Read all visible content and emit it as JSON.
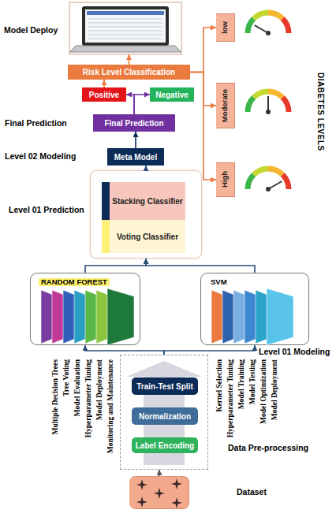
{
  "diagram": {
    "nodes": [
      {
        "text": [
          "Model Deploy"
        ]
      },
      {
        "text": [
          "Risk Level Classification"
        ]
      },
      {
        "text": [
          "low"
        ]
      },
      {
        "text": [
          "Moderate"
        ]
      },
      {
        "text": [
          "High"
        ]
      },
      {
        "text": [
          "Positive"
        ]
      },
      {
        "text": [
          "Negative"
        ]
      },
      {
        "text": [
          "Final Prediction"
        ]
      },
      {
        "text": [
          "Meta Model"
        ]
      },
      {
        "text": [
          "Level 01 Prediction"
        ]
      },
      {
        "text": [
          "Stacking Classifier"
        ],
        "in": 9
      },
      {
        "text": [
          "Voting Classifier"
        ],
        "in": 9
      },
      {
        "text": [
          "RANDOM FOREST"
        ]
      },
      {
        "text": [
          "SVM"
        ]
      },
      {
        "text": [
          "Data Pre-processing"
        ]
      },
      {
        "text": [
          "Train-Test Split"
        ],
        "in": 14
      },
      {
        "text": [
          "Normalization"
        ],
        "in": 14
      },
      {
        "text": [
          "Label Encoding"
        ],
        "in": 14
      },
      {
        "text": [
          "Dataset"
        ]
      }
    ],
    "edges": [
      {
        "from": 1,
        "to": 0,
        "arrow": "to"
      },
      {
        "from": 1,
        "to": 2,
        "arrow": "to"
      },
      {
        "from": 1,
        "to": 3,
        "arrow": "to"
      },
      {
        "from": 1,
        "to": 4,
        "arrow": "to"
      },
      {
        "from": 5,
        "to": 1,
        "arrow": "to"
      },
      {
        "from": 7,
        "to": 5,
        "arrow": "to"
      },
      {
        "from": 7,
        "to": 6,
        "arrow": "to"
      },
      {
        "from": 8,
        "to": 7,
        "arrow": "to"
      },
      {
        "from": 9,
        "to": 8,
        "arrow": "to"
      },
      {
        "from": 12,
        "to": 9,
        "arrow": "to"
      },
      {
        "from": 13,
        "to": 9,
        "arrow": "to"
      },
      {
        "from": 14,
        "to": 12,
        "arrow": "to"
      },
      {
        "from": 14,
        "to": 13,
        "arrow": "to"
      },
      {
        "from": 18,
        "to": 14,
        "arrow": "to"
      }
    ],
    "labels": [
      "Final Prediction",
      "Level 02 Modeling",
      "DIABETES LEVELS",
      "Level 01 Modeling",
      "Multiple Decision Trees",
      "Tree Voting",
      "Model Evaluation",
      "Hyperparameter Tuning",
      "Model Deployment",
      "Monitoring and Maintenance",
      "Kernel Selection",
      "Hyperparameter Tuning",
      "Model Training",
      "Model Testing",
      "Model Optimization",
      "Model Deployment"
    ]
  }
}
